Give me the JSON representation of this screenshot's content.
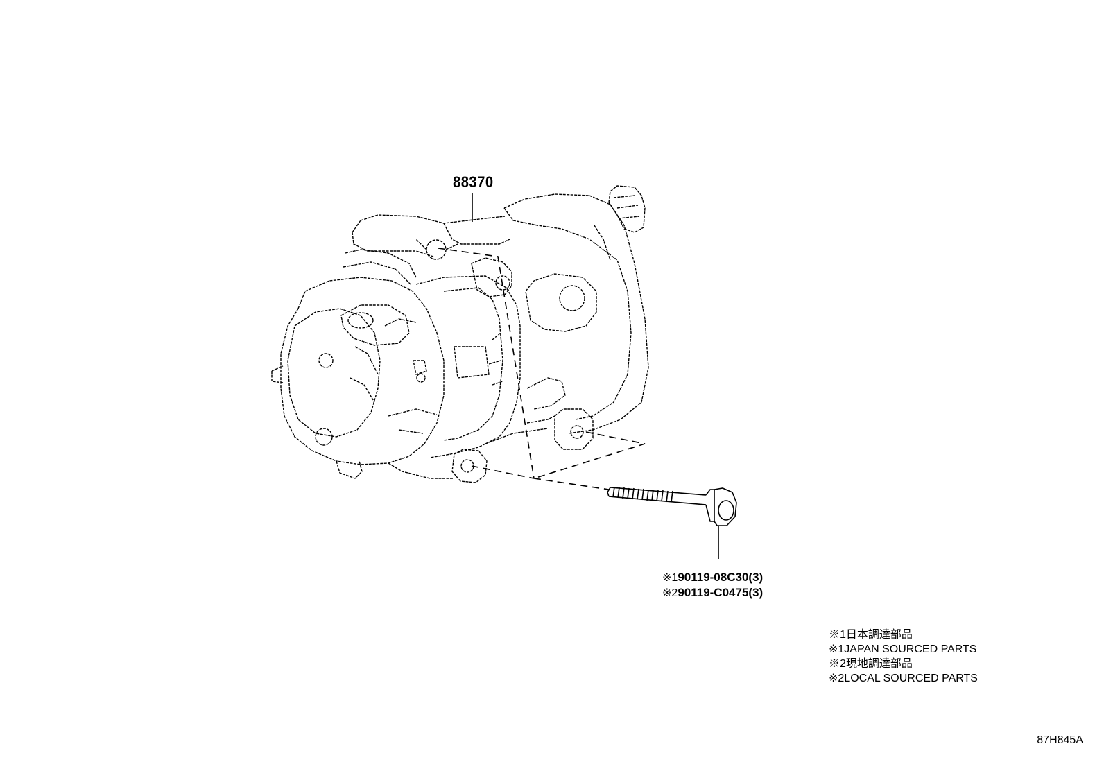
{
  "main_part": {
    "number": "88370"
  },
  "bolt_refs": [
    {
      "mark": "※1",
      "part": "90119-08C30(3)"
    },
    {
      "mark": "※2",
      "part": "90119-C0475(3)"
    }
  ],
  "legend": [
    "※1日本調達部品",
    "※1JAPAN SOURCED PARTS",
    "※2現地調達部品",
    "※2LOCAL SOURCED PARTS"
  ],
  "diagram_code": "87H845A"
}
